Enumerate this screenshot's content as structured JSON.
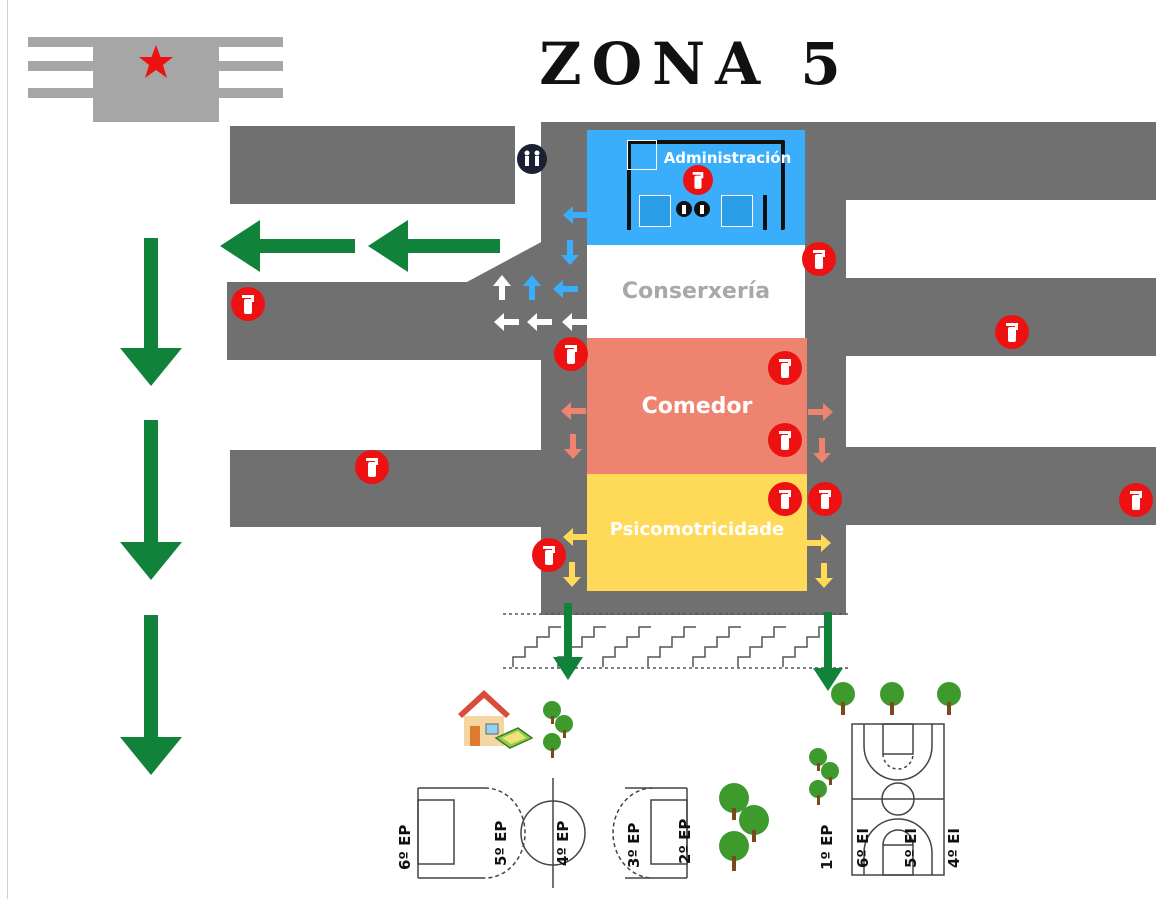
{
  "title": "ZONA 5",
  "rooms": {
    "administracion": "Administración",
    "conserxeria": "Conserxería",
    "comedor": "Comedor",
    "psicomotricidade": "Psicomotricidade"
  },
  "fields": {
    "sexto_ep": "6º EP",
    "quinto_ep": "5º EP",
    "cuarto_ep": "4º EP",
    "tercero_ep": "3º EP",
    "segundo_ep": "2º EP",
    "primero_ep": "1º EP",
    "sexto_ei": "6º EI",
    "quinto_ei": "5º EI",
    "cuarto_ei": "4º EI"
  },
  "colors": {
    "road": "#707070",
    "administracion": "#3aaefb",
    "conserxeria": "#ffffff",
    "comedor": "#ee8370",
    "psicomotricidade": "#ffd958",
    "evacuation_arrow": "#10823a",
    "extinguisher": "#ee1111",
    "legend_star": "#ee1111"
  },
  "icons": {
    "extinguisher": "fire-extinguisher-icon",
    "restroom": "restroom-icon",
    "tree": "tree-icon",
    "house": "house-icon",
    "star": "star-icon"
  }
}
